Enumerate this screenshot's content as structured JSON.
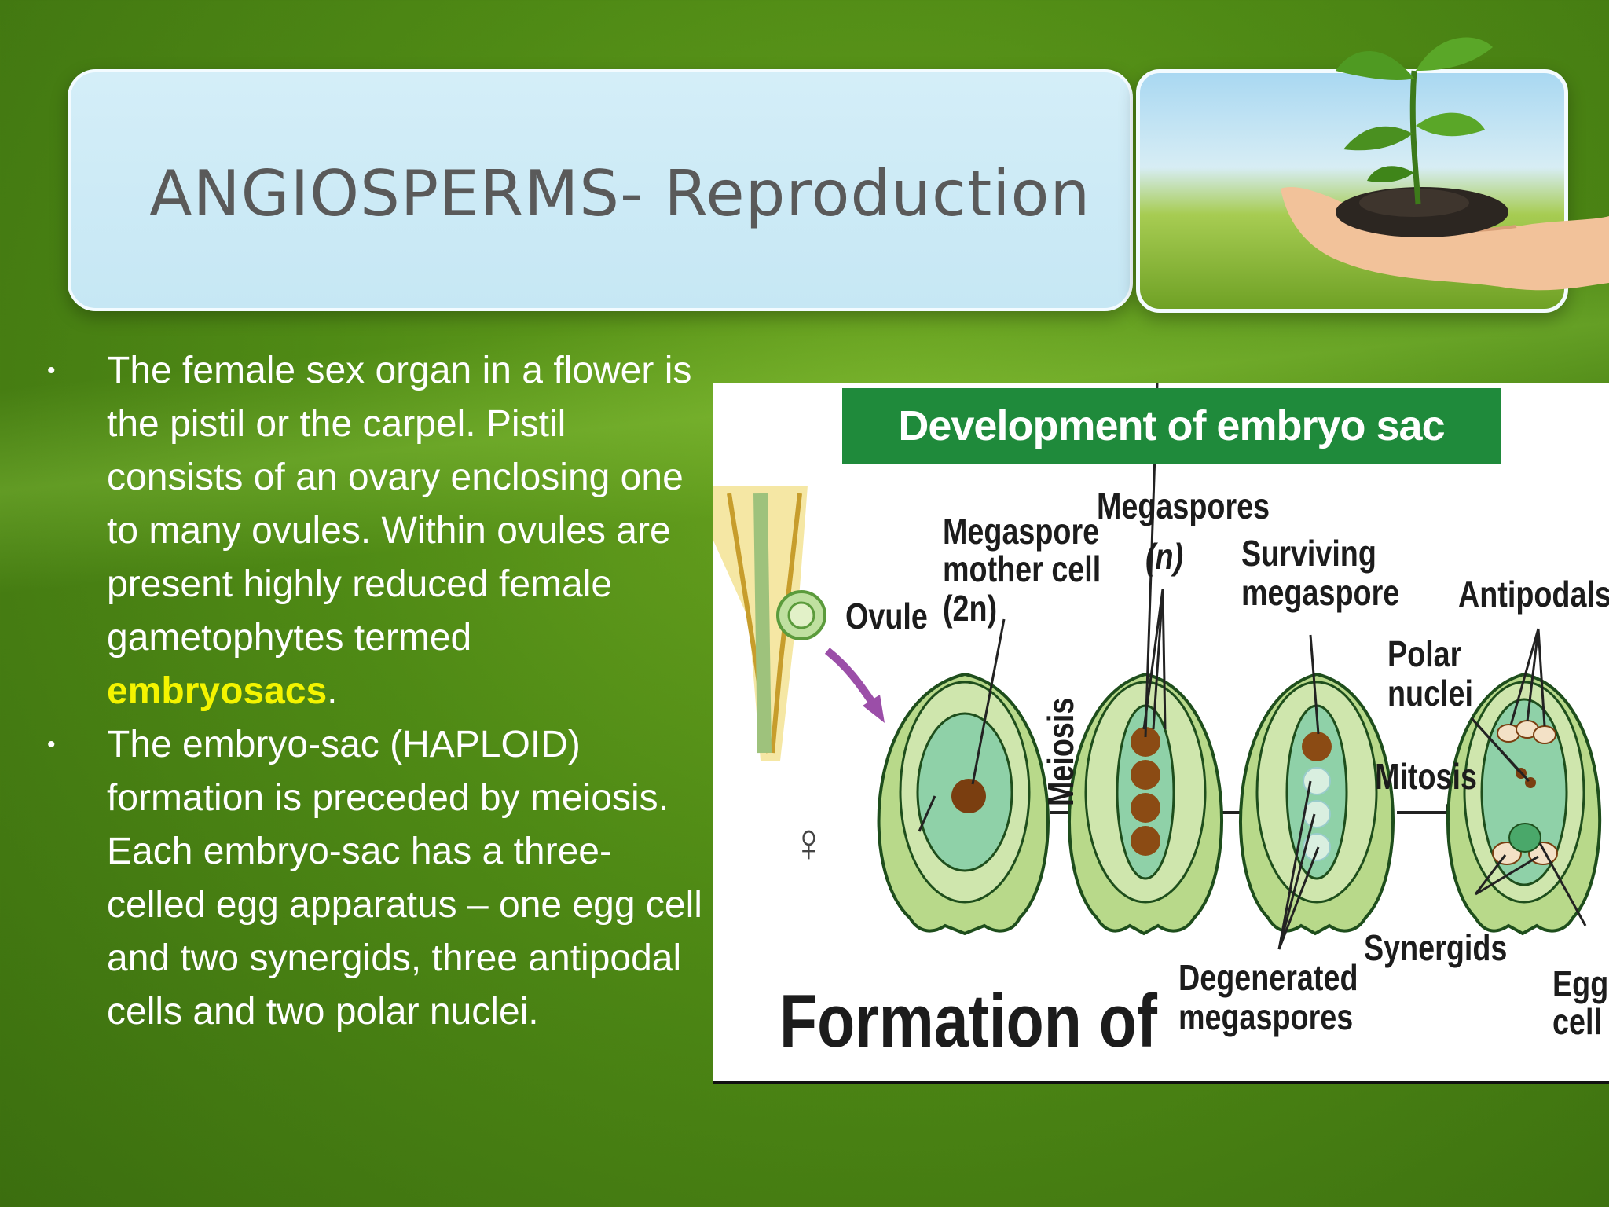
{
  "slide": {
    "title": "ANGIOSPERMS- Reproduction",
    "bullets": [
      {
        "before": "The female sex organ in a flower is the pistil or the carpel. Pistil consists of an ovary enclosing one to many ovules. Within ovules are present highly reduced female gametophytes termed ",
        "highlight": "embryosacs",
        "after": "."
      },
      {
        "before": "The embryo-sac (HAPLOID) formation is preceded by meiosis. Each embryo-sac has a three-celled egg apparatus – one egg cell and two synergids, three antipodal cells and two polar nuclei.",
        "highlight": "",
        "after": ""
      }
    ],
    "bullet_symbol": "•",
    "highlight_color": "#f4f400"
  },
  "diagram": {
    "header": "Development of embryo sac",
    "labels": {
      "megaspore_mother_cell": [
        "Megaspore",
        "mother cell",
        "(2n)"
      ],
      "ovule": "Ovule",
      "meiosis": "Meiosis",
      "megaspores": [
        "Megaspores",
        "(n)"
      ],
      "surviving_megaspore": [
        "Surviving",
        "megaspore"
      ],
      "antipodals": "Antipodals",
      "polar_nuclei": [
        "Polar",
        "nuclei"
      ],
      "mitosis": "Mitosis",
      "synergids": "Synergids",
      "egg_cell": [
        "Egg",
        "cell"
      ],
      "degenerated_megaspores": [
        "Degenerated",
        "megaspores"
      ],
      "formation_of": "Formation of",
      "female_symbol": "♀"
    },
    "colors": {
      "header_bg": "#1f8a3b",
      "ovule_outer": "#b8d98a",
      "ovule_inner": "#8fd1a8",
      "nucleus": "#7a3e10"
    }
  }
}
